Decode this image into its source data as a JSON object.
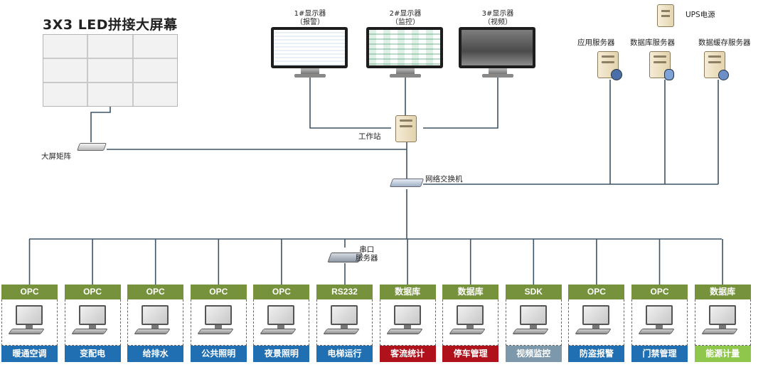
{
  "wall": {
    "title": "3X3 LED拼接大屏幕"
  },
  "matrix": {
    "label": "大屏矩阵"
  },
  "monitors": [
    {
      "line1": "1#显示器",
      "line2": "（报警）"
    },
    {
      "line1": "2#显示器",
      "line2": "（监控）"
    },
    {
      "line1": "3#显示器",
      "line2": "（视频）"
    }
  ],
  "ups": {
    "label": "UPS电源"
  },
  "servers": [
    {
      "label": "应用服务器",
      "icon": "app-server-icon"
    },
    {
      "label": "数据库服务器",
      "icon": "database-server-icon"
    },
    {
      "label": "数据缓存服务器",
      "icon": "cache-server-icon"
    }
  ],
  "workstation": {
    "label": "工作站"
  },
  "switch": {
    "label": "网络交换机"
  },
  "serial": {
    "label1": "串口",
    "label2": "服务器"
  },
  "colors": {
    "header": "#76923c",
    "blue": "#1f6fb2",
    "red": "#b0121b",
    "gray": "#7d98ab",
    "green": "#8fc74d",
    "line": "#3d5366"
  },
  "subsystems": [
    {
      "protocol": "OPC",
      "name": "暖通空调",
      "color": "blue"
    },
    {
      "protocol": "OPC",
      "name": "变配电",
      "color": "blue"
    },
    {
      "protocol": "OPC",
      "name": "给排水",
      "color": "blue"
    },
    {
      "protocol": "OPC",
      "name": "公共照明",
      "color": "blue"
    },
    {
      "protocol": "OPC",
      "name": "夜景照明",
      "color": "blue"
    },
    {
      "protocol": "RS232",
      "name": "电梯运行",
      "color": "blue"
    },
    {
      "protocol": "数据库",
      "name": "客流统计",
      "color": "red"
    },
    {
      "protocol": "数据库",
      "name": "停车管理",
      "color": "red"
    },
    {
      "protocol": "SDK",
      "name": "视频监控",
      "color": "gray"
    },
    {
      "protocol": "OPC",
      "name": "防盗报警",
      "color": "blue"
    },
    {
      "protocol": "OPC",
      "name": "门禁管理",
      "color": "blue"
    },
    {
      "protocol": "数据库",
      "name": "能源计量",
      "color": "green"
    }
  ]
}
